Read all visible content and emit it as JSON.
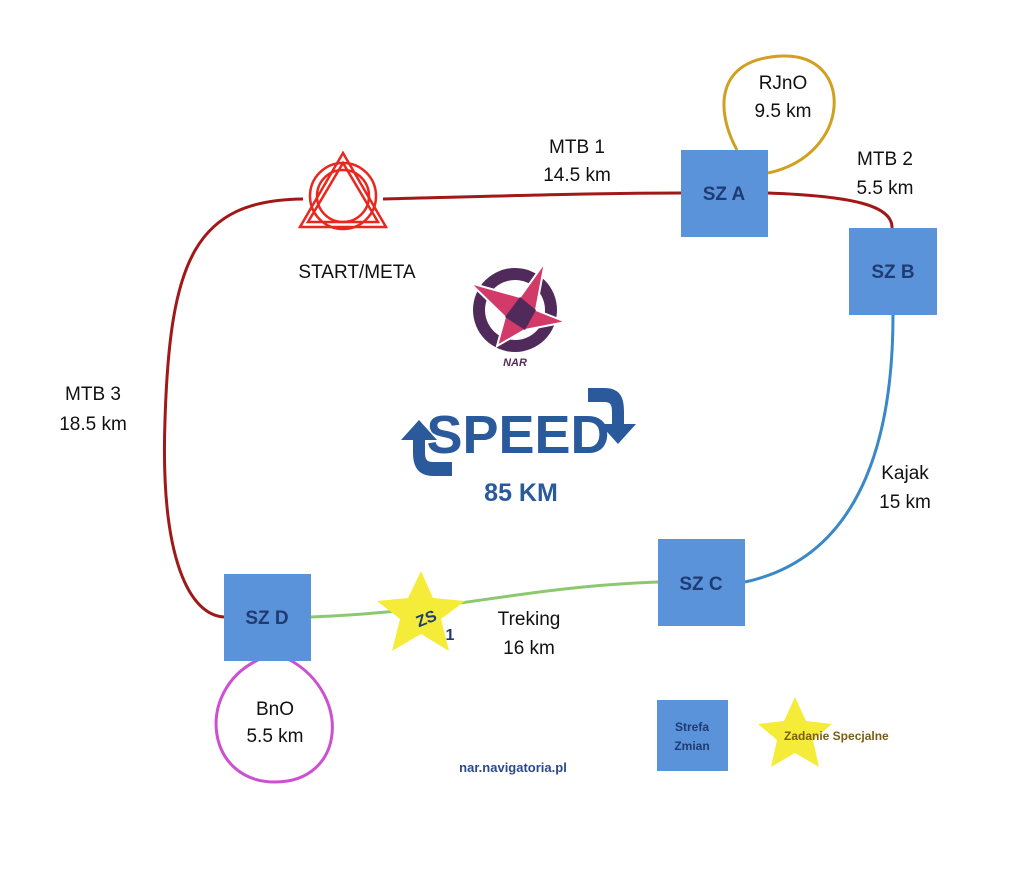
{
  "colors": {
    "mtb": "#a01818",
    "rjno": "#d2a020",
    "kajak": "#3a88c8",
    "treking": "#8cc870",
    "bno": "#cc50d0",
    "zone_fill": "#5b93db",
    "star_fill": "#f5ec3a",
    "start_red": "#e8281e",
    "arrow_blue": "#2a5a9b"
  },
  "start": {
    "label": "START/META",
    "icon": "start-triangle-circle-icon"
  },
  "logo": {
    "text": "NAR",
    "icon": "nar-compass-star-icon"
  },
  "center": {
    "title": "SPEED",
    "distance": "85 KM"
  },
  "zones": {
    "a": "SZ A",
    "b": "SZ B",
    "c": "SZ C",
    "d": "SZ D"
  },
  "legs": {
    "mtb1": {
      "name": "MTB 1",
      "dist": "14.5 km"
    },
    "mtb2": {
      "name": "MTB 2",
      "dist": "5.5 km"
    },
    "mtb3": {
      "name": "MTB 3",
      "dist": "18.5 km"
    },
    "rjno": {
      "name": "RJnO",
      "dist": "9.5 km"
    },
    "kajak": {
      "name": "Kajak",
      "dist": "15 km"
    },
    "treking": {
      "name": "Treking",
      "dist": "16 km"
    },
    "bno": {
      "name": "BnO",
      "dist": "5.5 km"
    }
  },
  "special": {
    "label_line1": "ZS",
    "label_line2": "1"
  },
  "legend": {
    "zone_line1": "Strefa",
    "zone_line2": "Zmian",
    "star_label": "Zadanie Specjalne"
  },
  "url": "nar.navigatoria.pl"
}
